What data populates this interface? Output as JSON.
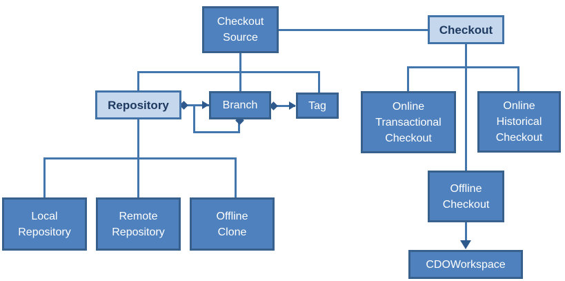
{
  "colors": {
    "node_fill_dark": "#4E81BD",
    "node_border_dark": "#38608C",
    "node_fill_light": "#C4D7ED",
    "node_border_light": "#4273A8",
    "connector_line": "#4476AE",
    "marker": "#2E598C",
    "text_on_dark": "#FFFFFF",
    "text_on_light": "#1F3A60"
  },
  "nodes": {
    "checkout_source": {
      "label": "Checkout\nSource"
    },
    "checkout": {
      "label": "Checkout"
    },
    "repository": {
      "label": "Repository"
    },
    "branch": {
      "label": "Branch"
    },
    "tag": {
      "label": "Tag"
    },
    "online_transactional_checkout": {
      "label": "Online\nTransactional\nCheckout"
    },
    "online_historical_checkout": {
      "label": "Online\nHistorical\nCheckout"
    },
    "offline_checkout": {
      "label": "Offline\nCheckout"
    },
    "cdo_workspace": {
      "label": "CDOWorkspace"
    },
    "local_repository": {
      "label": "Local\nRepository"
    },
    "remote_repository": {
      "label": "Remote\nRepository"
    },
    "offline_clone": {
      "label": "Offline\nClone"
    }
  },
  "edges": [
    {
      "from": "checkout_source",
      "to": "repository",
      "type": "tree-branch"
    },
    {
      "from": "checkout_source",
      "to": "branch",
      "type": "tree-branch"
    },
    {
      "from": "checkout_source",
      "to": "tag",
      "type": "tree-branch"
    },
    {
      "from": "checkout_source",
      "to": "checkout",
      "type": "plain-link"
    },
    {
      "from": "checkout",
      "to": "online_transactional_checkout",
      "type": "tree-branch"
    },
    {
      "from": "checkout",
      "to": "online_historical_checkout",
      "type": "tree-branch"
    },
    {
      "from": "checkout",
      "to": "offline_checkout",
      "type": "tree-branch"
    },
    {
      "from": "repository",
      "to": "branch",
      "type": "aggregation-arrow"
    },
    {
      "from": "branch",
      "to": "branch",
      "type": "aggregation-self-loop"
    },
    {
      "from": "branch",
      "to": "tag",
      "type": "aggregation-arrow"
    },
    {
      "from": "repository",
      "to": "local_repository",
      "type": "tree-branch"
    },
    {
      "from": "repository",
      "to": "remote_repository",
      "type": "tree-branch"
    },
    {
      "from": "repository",
      "to": "offline_clone",
      "type": "tree-branch"
    },
    {
      "from": "offline_checkout",
      "to": "cdo_workspace",
      "type": "directed-arrow"
    }
  ]
}
